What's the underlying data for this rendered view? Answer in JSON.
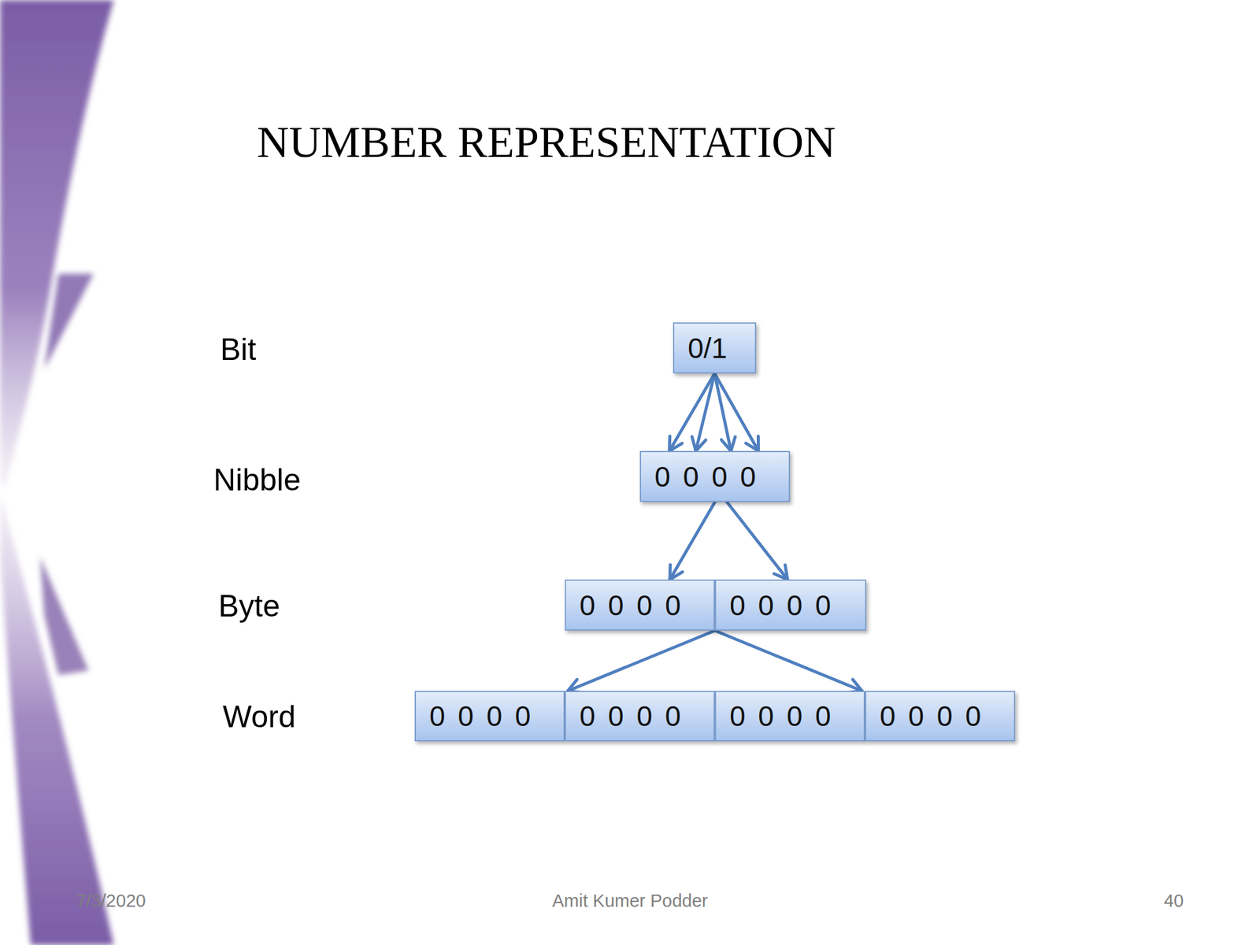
{
  "diagram": {
    "title": "NUMBER REPRESENTATION",
    "nodes": [
      {
        "text": [
          "0/1"
        ]
      },
      {
        "text": [
          "0 0 0 0"
        ]
      },
      {
        "text": [
          "0 0 0 0"
        ]
      },
      {
        "text": [
          "0 0 0 0"
        ]
      },
      {
        "text": [
          "0 0 0 0"
        ]
      },
      {
        "text": [
          "0 0 0 0"
        ]
      },
      {
        "text": [
          "0 0 0 0"
        ]
      },
      {
        "text": [
          "0 0 0 0"
        ]
      }
    ],
    "edges": [
      {
        "from": 0,
        "to": 1,
        "arrow": "to"
      },
      {
        "from": 0,
        "to": 1,
        "arrow": "to"
      },
      {
        "from": 0,
        "to": 1,
        "arrow": "to"
      },
      {
        "from": 0,
        "to": 1,
        "arrow": "to"
      },
      {
        "from": 1,
        "to": 2,
        "arrow": "to"
      },
      {
        "from": 1,
        "to": 3,
        "arrow": "to"
      },
      {
        "from": 2,
        "to": 5,
        "arrow": "to"
      },
      {
        "from": 3,
        "to": 6,
        "arrow": "to"
      }
    ],
    "labels": [
      "Bit",
      "Nibble",
      "Byte",
      "Word",
      "7/3/2020",
      "Amit Kumer Podder",
      "40"
    ]
  }
}
